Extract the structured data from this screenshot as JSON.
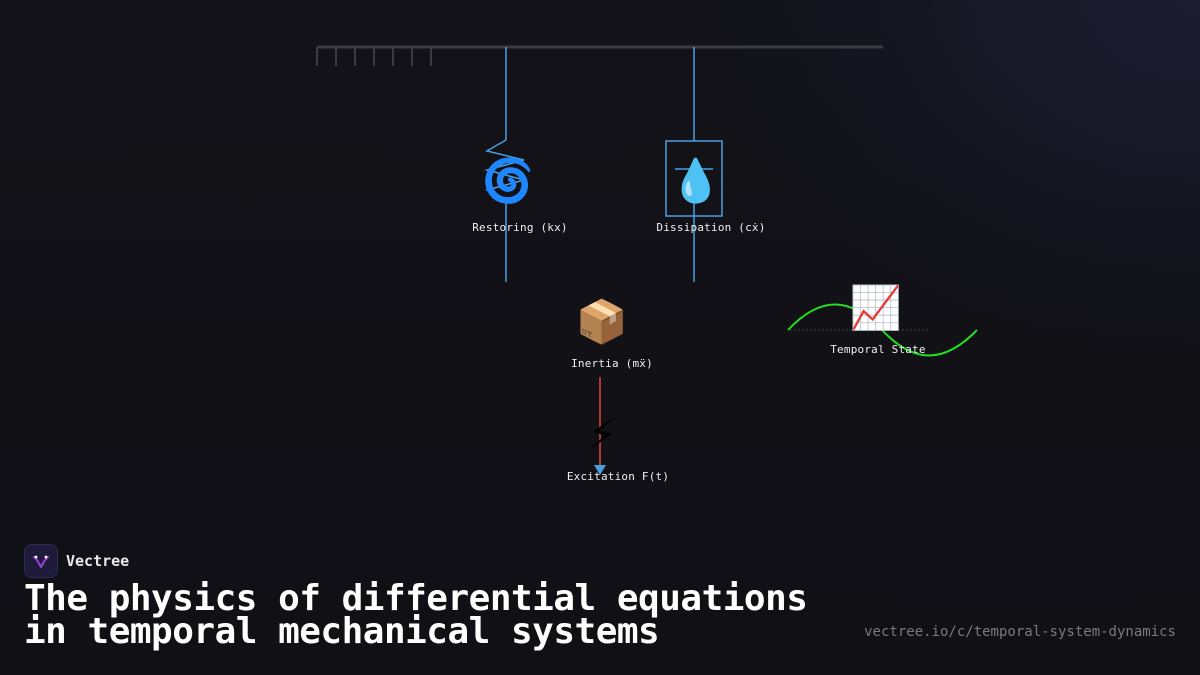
{
  "diagram": {
    "nodes": {
      "restoring": {
        "label": "Restoring (kx)",
        "icon": "cyclone-icon",
        "glyph": "🌀"
      },
      "dissipation": {
        "label": "Dissipation (cẋ)",
        "icon": "droplet-icon",
        "glyph": "💧"
      },
      "inertia": {
        "label": "Inertia (mẍ)",
        "icon": "package-icon",
        "glyph": "📦"
      },
      "excitation": {
        "label": "Excitation F(t)",
        "icon": "lightning-icon",
        "glyph": "⚡"
      },
      "temporal": {
        "label": "Temporal State",
        "icon": "chart-increasing-icon",
        "glyph": "📈"
      }
    },
    "colors": {
      "ceiling": "#3a3a40",
      "spring": "#4a9fe0",
      "damper": "#4a9fe0",
      "force": "#e04a3a",
      "arrowhead": "#4a9fe0",
      "wave": "#22dd22"
    }
  },
  "brand": {
    "name": "Vectree",
    "logo_icon": "vectree-logo-icon"
  },
  "title": {
    "line1": "The physics of differential equations",
    "line2": "in temporal mechanical systems"
  },
  "url": "vectree.io/c/temporal-system-dynamics"
}
